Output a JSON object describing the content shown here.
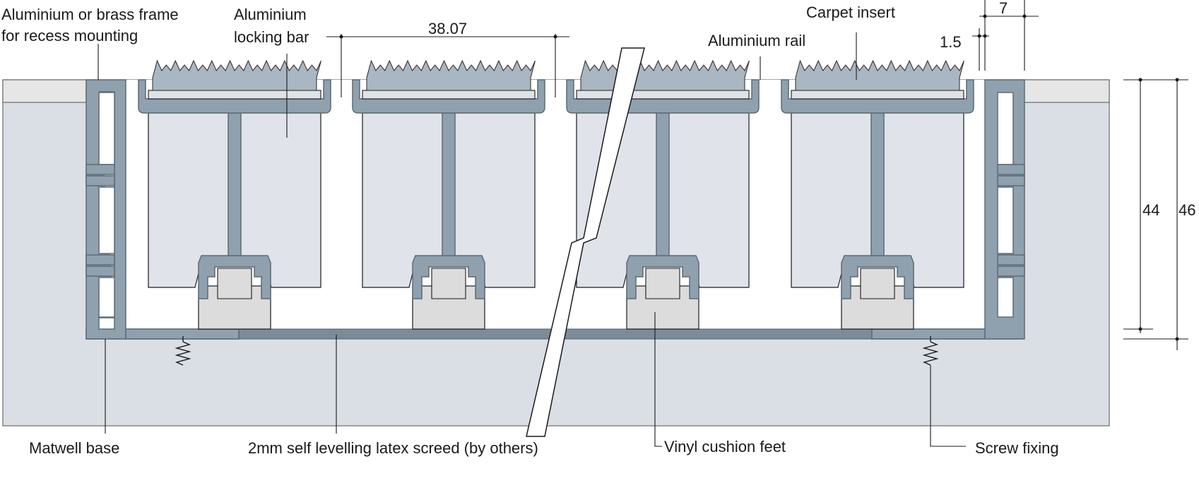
{
  "labels": {
    "frame": [
      "Aluminium or brass frame",
      "for recess mounting"
    ],
    "locking_bar": [
      "Aluminium",
      "locking bar"
    ],
    "carpet_insert": "Carpet insert",
    "aluminium_rail": "Aluminium rail",
    "matwell_base": "Matwell base",
    "screed": "2mm self levelling latex screed (by others)",
    "vinyl_feet": "Vinyl cushion feet",
    "screw_fixing": "Screw fixing"
  },
  "dimensions": {
    "rail_pitch": "38.07",
    "insert_gap": "1.5",
    "frame_width": "7",
    "depth_inner": "44",
    "depth_outer": "46"
  },
  "colors": {
    "aluminium": "#8fa1ae",
    "aluminium_stroke": "#5d6b75",
    "base_fill": "#e0e4ea",
    "floor_fill": "#dadfe6",
    "floor_top": "#e6e6e6",
    "vinyl_fill": "#dcdcdc",
    "carpet_fill": "#a9b7c2",
    "screed_fill": "#7b8c99"
  }
}
